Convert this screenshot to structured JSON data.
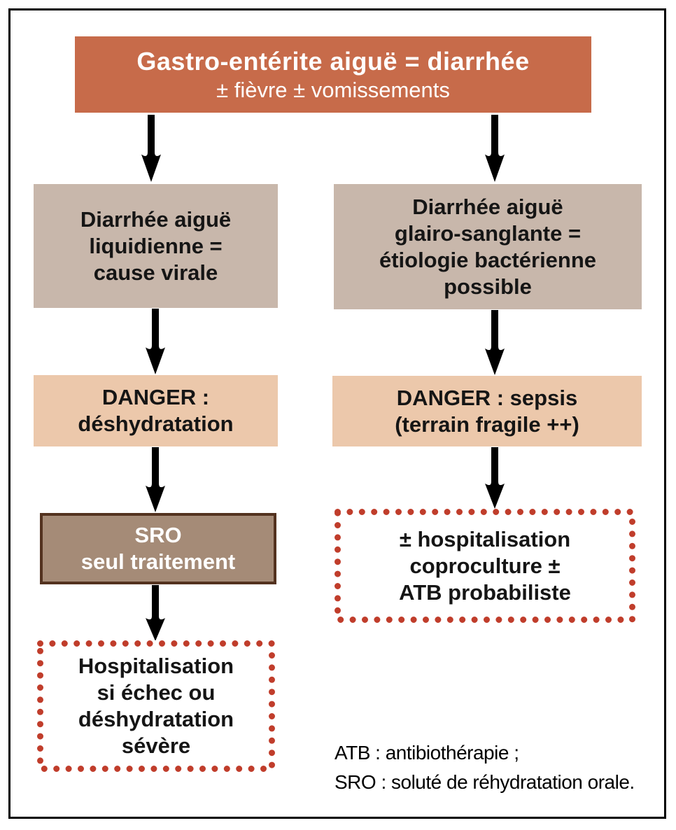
{
  "colors": {
    "header_bg": "#c76b4a",
    "cause_bg": "#c8b7ab",
    "danger_bg": "#ecc8ab",
    "sro_bg": "#a58b77",
    "sro_border": "#53321f",
    "dotted_border": "#c03d2b",
    "arrow": "#000000",
    "frame_border": "#000000",
    "text_dark": "#151515",
    "text_light": "#ffffff"
  },
  "flowchart": {
    "header": {
      "line1": "Gastro-entérite aiguë = diarrhée",
      "line2": "± fièvre ± vomissements"
    },
    "left_branch": {
      "cause": "Diarrhée aiguë\nliquidienne =\ncause virale",
      "danger": "DANGER :\ndéshydratation",
      "treatment": "SRO\nseul traitement",
      "outcome": "Hospitalisation\nsi échec ou\ndéshydratation\nsévère"
    },
    "right_branch": {
      "cause": "Diarrhée aiguë\nglairo-sanglante =\nétiologie bactérienne\npossible",
      "danger": "DANGER : sepsis\n(terrain fragile ++)",
      "outcome": "± hospitalisation\ncoproculture ±\nATB probabiliste"
    },
    "legend": {
      "line1": "ATB : antibiothérapie ;",
      "line2": "SRO : soluté de réhydratation orale."
    }
  }
}
